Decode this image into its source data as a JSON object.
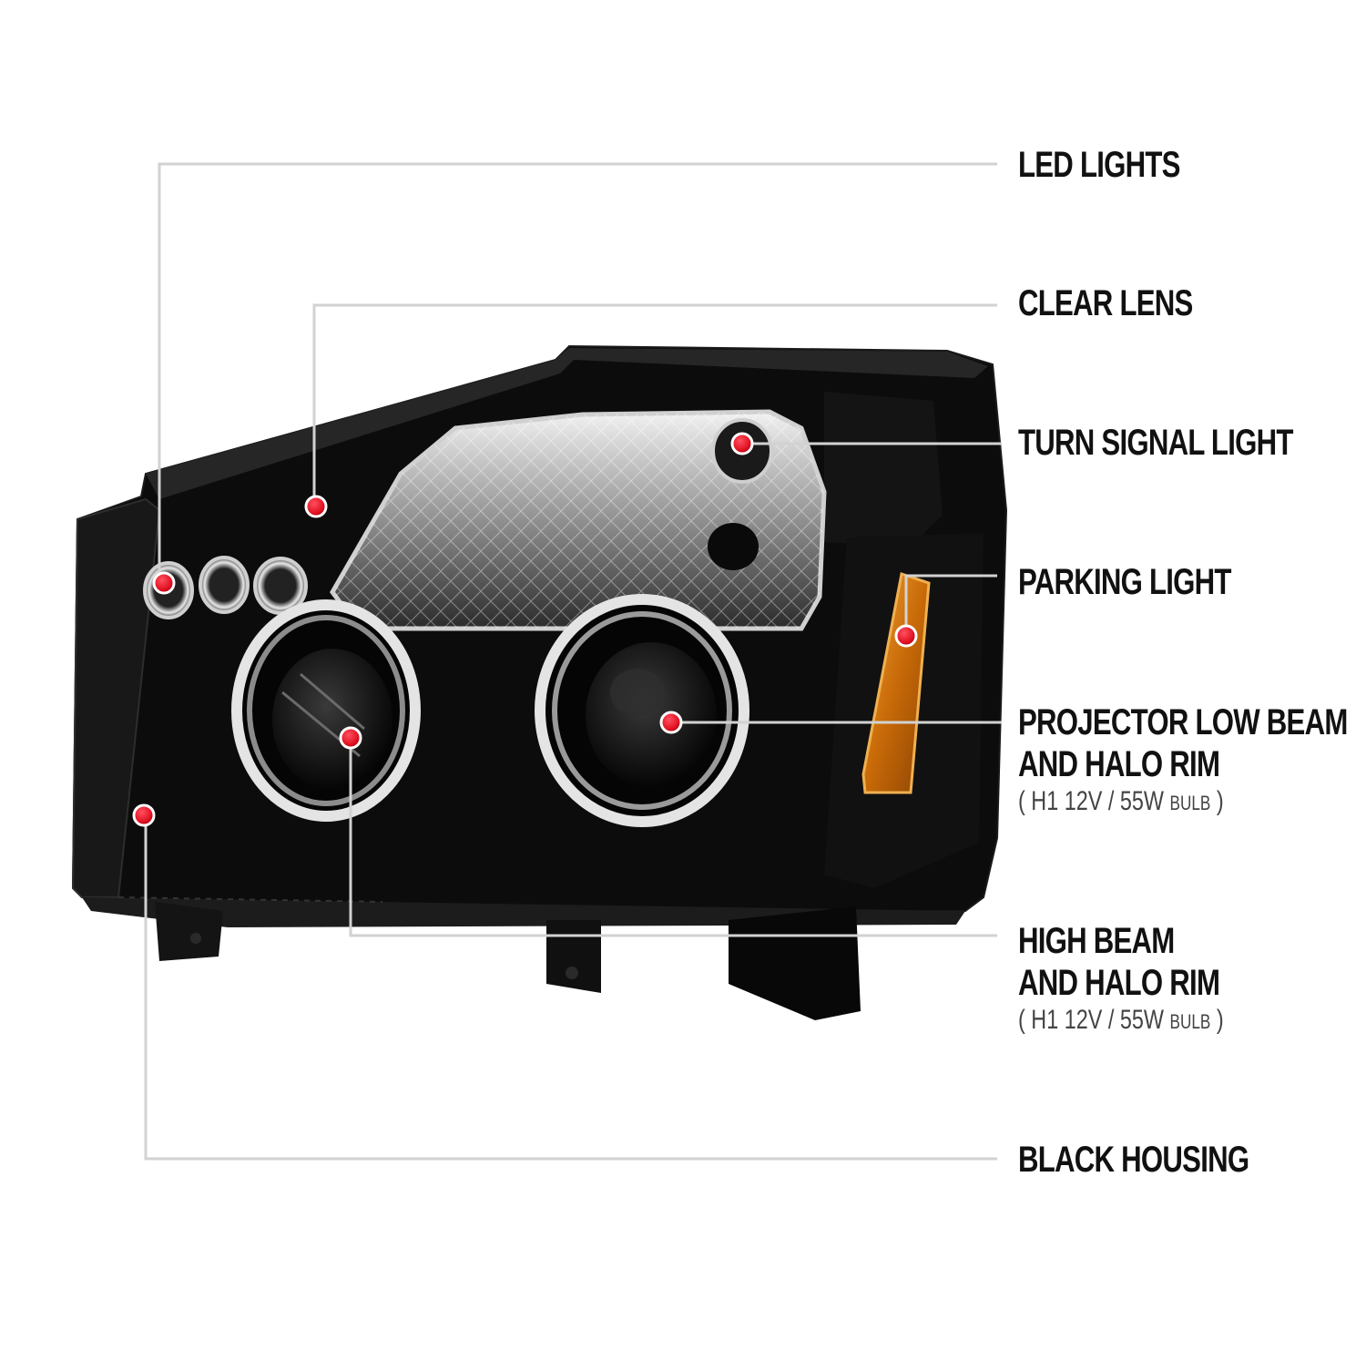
{
  "colors": {
    "leader_line": "#d2d2d2",
    "dot": "#e01020",
    "dot_outline": "#ffffff",
    "housing": "#0c0c0c",
    "amber": "#d97a10",
    "chrome": "#cfcfcf"
  },
  "callouts": [
    {
      "id": "led-lights",
      "title_lines": [
        "LED LIGHTS"
      ],
      "spec": null
    },
    {
      "id": "clear-lens",
      "title_lines": [
        "CLEAR LENS"
      ],
      "spec": null
    },
    {
      "id": "turn-signal-light",
      "title_lines": [
        "TURN SIGNAL LIGHT"
      ],
      "spec": null
    },
    {
      "id": "parking-light",
      "title_lines": [
        "PARKING LIGHT"
      ],
      "spec": null
    },
    {
      "id": "projector-low-beam",
      "title_lines": [
        "PROJECTOR LOW BEAM",
        "AND HALO RIM"
      ],
      "spec": {
        "open": "(",
        "main": "H1  12V / 55W",
        "unit": "BULB",
        "close": ")"
      }
    },
    {
      "id": "high-beam",
      "title_lines": [
        "HIGH BEAM",
        "AND HALO RIM"
      ],
      "spec": {
        "open": "(",
        "main": "H1  12V / 55W",
        "unit": "BULB",
        "close": ")"
      }
    },
    {
      "id": "black-housing",
      "title_lines": [
        "BLACK HOUSING"
      ],
      "spec": null
    }
  ],
  "icons": {
    "marker": "red-dot-icon"
  }
}
